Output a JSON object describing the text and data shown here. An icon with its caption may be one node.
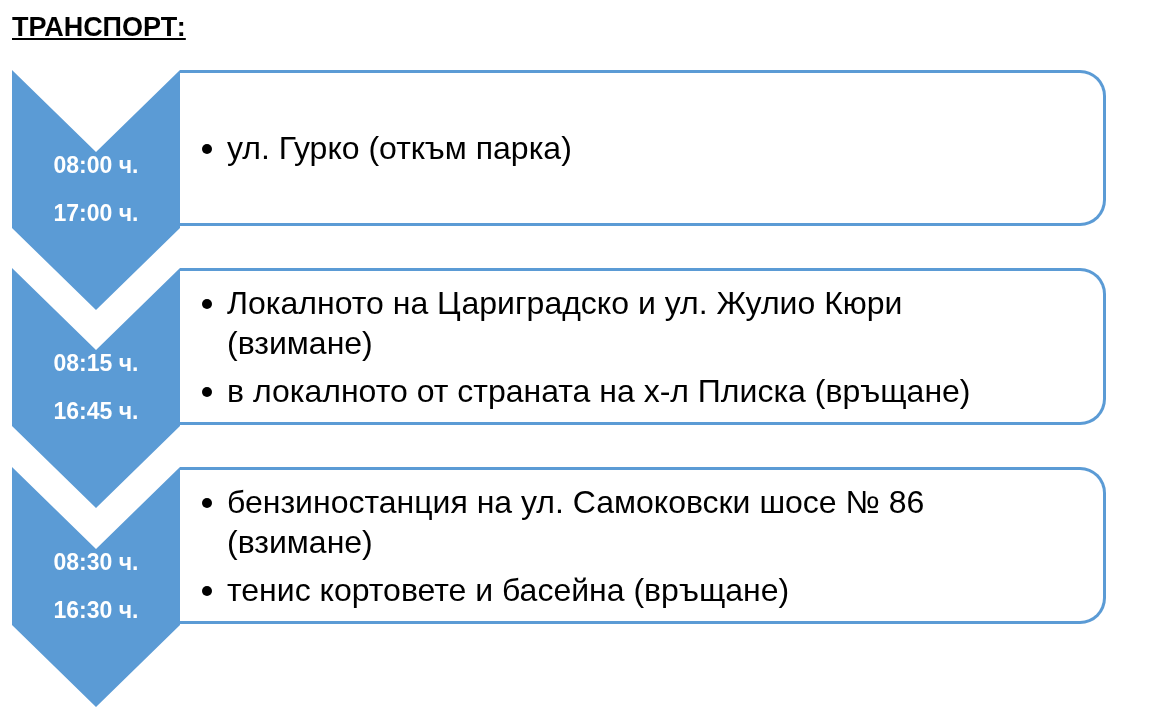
{
  "diagram": {
    "title": "ТРАНСПОРТ:",
    "nodes": [
      {
        "text": [
          "08:00 ч.",
          "17:00 ч."
        ]
      },
      {
        "text": [
          "ул. Гурко (откъм парка)"
        ]
      },
      {
        "text": [
          "08:15 ч.",
          "16:45 ч."
        ]
      },
      {
        "text": [
          "Локалното на Цариградско и ул. Жулио Кюри (взимане)",
          "в локалното от страната на х-л Плиска (връщане)"
        ]
      },
      {
        "text": [
          "08:30 ч.",
          "16:30 ч."
        ]
      },
      {
        "text": [
          "бензиностанция на ул. Самоковски шосе № 86 (взимане)",
          "тенис кортовете и басейна (връщане)"
        ]
      }
    ]
  }
}
